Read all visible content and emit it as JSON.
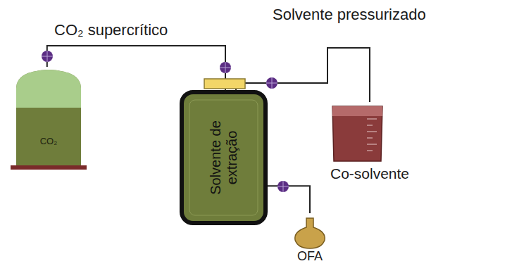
{
  "diagram": {
    "nodes": [
      {
        "text": [
          "CO₂"
        ]
      },
      {
        "text": [
          "Solvente de extração"
        ]
      },
      {
        "text": [
          "Co-solvente"
        ]
      },
      {
        "text": [
          "OFA"
        ]
      }
    ],
    "edges": [
      {
        "from": 0,
        "to": 1,
        "arrow": "none",
        "label": "CO₂ supercrítico"
      },
      {
        "from": 2,
        "to": 1,
        "arrow": "none",
        "label": "Solvente pressurizado"
      },
      {
        "from": 1,
        "to": 3,
        "arrow": "none"
      }
    ]
  }
}
